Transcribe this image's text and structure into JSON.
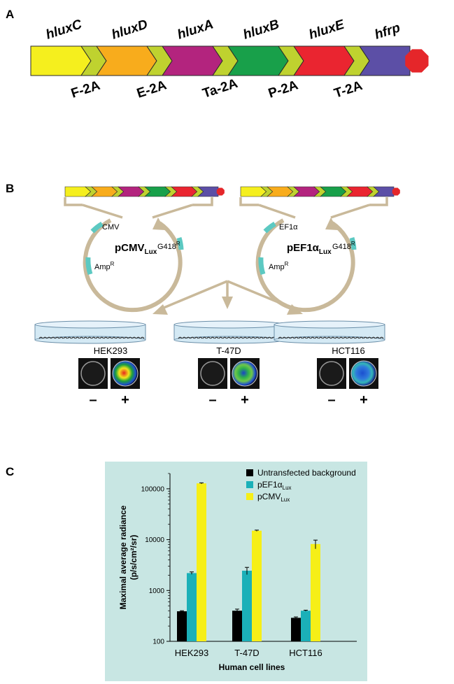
{
  "panels": {
    "a": {
      "letter": "A"
    },
    "b": {
      "letter": "B"
    },
    "c": {
      "letter": "C"
    }
  },
  "construct": {
    "genes": [
      {
        "name": "hluxC",
        "color": "#f5ef1e"
      },
      {
        "name": "hluxD",
        "color": "#f8ac1c"
      },
      {
        "name": "hluxA",
        "color": "#b3247e"
      },
      {
        "name": "hluxB",
        "color": "#18a04a"
      },
      {
        "name": "hluxE",
        "color": "#ea2530"
      },
      {
        "name": "hfrp",
        "color": "#5c4fa6"
      }
    ],
    "linkers": [
      "F-2A",
      "E-2A",
      "Ta-2A",
      "P-2A",
      "T-2A"
    ],
    "linker_color": "#bfd22f",
    "stop_color": "#e5262a"
  },
  "plasmids": [
    {
      "name": "pCMV",
      "name_sub": "Lux",
      "promoter": "CMV",
      "promoter_sup": "",
      "marker1": "Amp",
      "marker1_sup": "R",
      "marker2": "G418",
      "marker2_sup": "R"
    },
    {
      "name": "pEF1α",
      "name_sub": "Lux",
      "promoter": "EF1α",
      "promoter_sup": "",
      "marker1": "Amp",
      "marker1_sup": "R",
      "marker2": "G418",
      "marker2_sup": "R"
    }
  ],
  "cell_lines": [
    {
      "name": "HEK293",
      "neg": "–",
      "pos": "+"
    },
    {
      "name": "T-47D",
      "neg": "–",
      "pos": "+"
    },
    {
      "name": "HCT116",
      "neg": "–",
      "pos": "+"
    }
  ],
  "colors": {
    "plasmid_ring": "#c9b99a",
    "marker_segment": "#5cc9c2",
    "plot_background": "#c8e6e3",
    "dish": "#d4e9f4"
  },
  "chart_data": {
    "type": "bar",
    "scale": "log",
    "categories": [
      "HEK293",
      "T-47D",
      "HCT116"
    ],
    "series": [
      {
        "name": "Untransfected background",
        "name_sub": "",
        "color": "#000000",
        "values": [
          390,
          400,
          290
        ],
        "errors": [
          10,
          30,
          12
        ]
      },
      {
        "name": "pEF1α",
        "name_sub": "Lux",
        "color": "#1bb0b8",
        "values": [
          2200,
          2450,
          400
        ],
        "errors": [
          120,
          400,
          10
        ]
      },
      {
        "name": "pCMV",
        "name_sub": "Lux",
        "color": "#f6ef17",
        "values": [
          128000,
          15000,
          8200
        ],
        "errors": [
          3000,
          400,
          1600
        ]
      }
    ],
    "ylim": [
      100,
      200000
    ],
    "yticks": [
      100,
      1000,
      10000,
      100000
    ],
    "ytick_labels": [
      "100",
      "1000",
      "10000",
      "100000"
    ],
    "ylabel_line1": "Maximal average radiance",
    "ylabel_line2": "(p/s/cm²/sr)",
    "xlabel": "Human cell lines",
    "legend_position": "top-right"
  }
}
